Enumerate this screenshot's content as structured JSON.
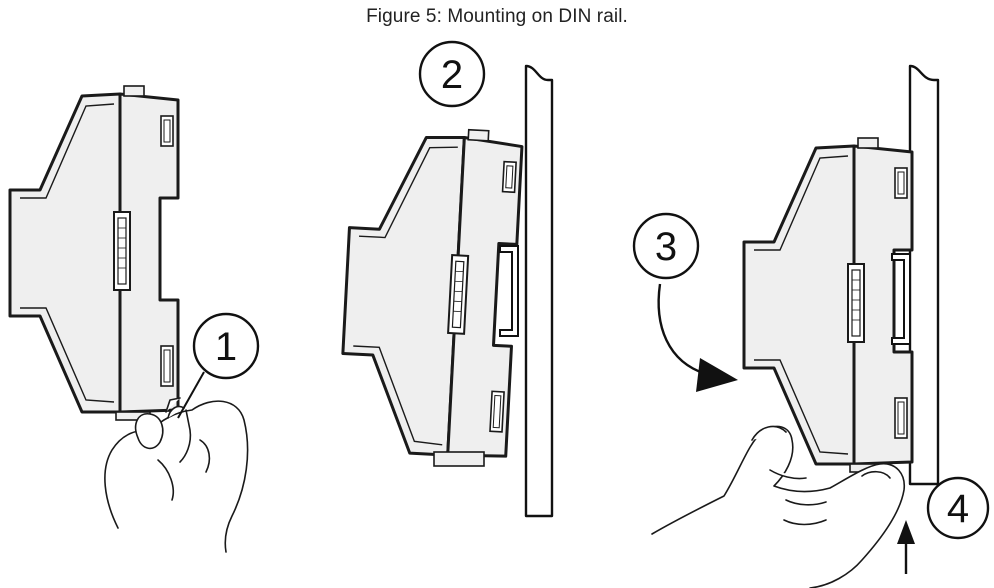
{
  "caption": "Figure 5: Mounting on DIN rail.",
  "steps": [
    {
      "label": "1"
    },
    {
      "label": "2"
    },
    {
      "label": "3"
    },
    {
      "label": "4"
    }
  ],
  "colors": {
    "device_fill": "#efefef",
    "device_stroke": "#1a1a1a",
    "rail_fill": "#ffffff",
    "line": "#111111"
  }
}
